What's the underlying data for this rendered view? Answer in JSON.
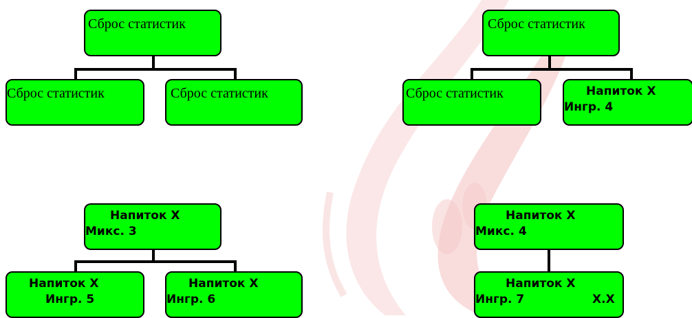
{
  "diagrams": [
    {
      "root": {
        "text": "Сброс статистик"
      },
      "children": [
        {
          "text": "Сброс статистик"
        },
        {
          "text": "Сброс статистик"
        }
      ]
    },
    {
      "root": {
        "text": "Сброс статистик"
      },
      "children": [
        {
          "text": "Сброс статистик"
        },
        {
          "line1": "Напиток Х",
          "line2": "Ингр. 4"
        }
      ]
    },
    {
      "root": {
        "line1": "Напиток Х",
        "line2": "Микс. 3"
      },
      "children": [
        {
          "line1": "Напиток Х",
          "line2": "Ингр. 5"
        },
        {
          "line1": "Напиток Х",
          "line2": "Ингр. 6"
        }
      ]
    },
    {
      "root": {
        "line1": "Напиток Х",
        "line2": "Микс. 4"
      },
      "children": [
        {
          "line1": "Напиток Х",
          "line2": "Ингр. 7",
          "line2b": "Х.Х"
        }
      ]
    }
  ],
  "colors": {
    "box_fill": "#00ff00",
    "box_border": "#000000",
    "watermark": "#f3b6b6"
  }
}
